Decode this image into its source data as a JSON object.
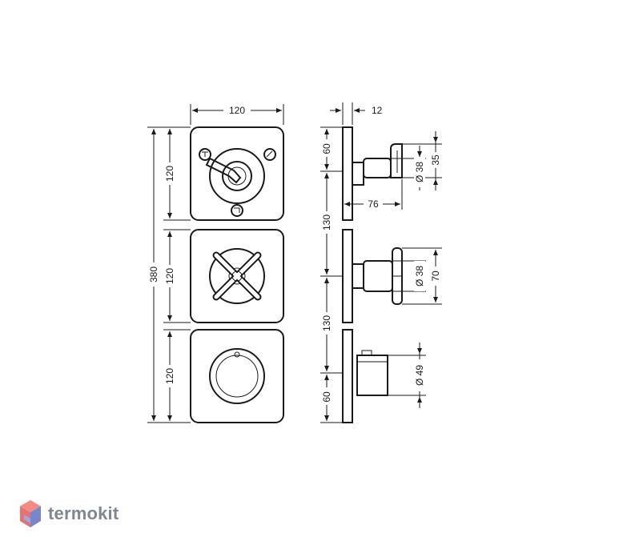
{
  "dimensions": {
    "top_width": "120",
    "plate_height_1": "120",
    "plate_height_2": "120",
    "plate_height_3": "120",
    "total_height": "380",
    "side_top": "60",
    "side_gap_1": "130",
    "side_gap_2": "130",
    "side_bottom": "60",
    "plate_thickness": "12",
    "handle_depth": "76",
    "diverter_diameter": "Ø 38",
    "diverter_height": "35",
    "cross_diameter": "Ø 38",
    "cross_height": "70",
    "thermostat_diameter": "Ø 49"
  },
  "icons": {
    "shower_left": "shower-head-icon",
    "shower_right": "hand-shower-icon",
    "shower_bottom": "bath-spout-icon"
  },
  "watermark": {
    "text": "termokit",
    "logo_colors": [
      "#f28b82",
      "#e57373",
      "#9fa8da",
      "#7986cb"
    ]
  }
}
